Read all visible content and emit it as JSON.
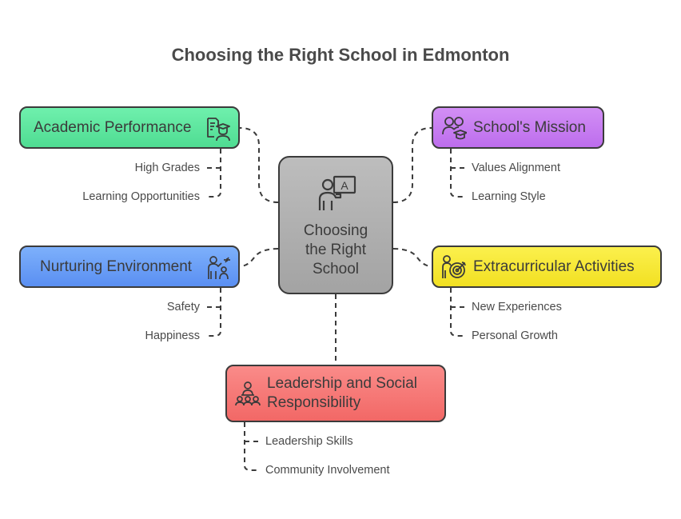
{
  "title": "Choosing the Right School in Edmonton",
  "center": {
    "lines": [
      "Choosing",
      "the Right",
      "School"
    ],
    "icon": "teacher-board-icon"
  },
  "nodes": {
    "academic": {
      "label": "Academic Performance",
      "icon": "certificate-student-icon",
      "color": "#5ee8a0",
      "items": [
        "High Grades",
        "Learning Opportunities"
      ]
    },
    "mission": {
      "label": "School's Mission",
      "icon": "people-graduation-icon",
      "color": "#c97ff0",
      "items": [
        "Values Alignment",
        "Learning Style"
      ]
    },
    "nurturing": {
      "label": "Nurturing Environment",
      "icon": "teacher-students-icon",
      "color": "#6a9ef8",
      "items": [
        "Safety",
        "Happiness"
      ]
    },
    "extracurricular": {
      "label": "Extracurricular Activities",
      "icon": "person-target-icon",
      "color": "#f7ea3a",
      "items": [
        "New Experiences",
        "Personal Growth"
      ]
    },
    "leadership": {
      "label": "Leadership and Social Responsibility",
      "icon": "leader-group-icon",
      "color": "#f77a78",
      "items": [
        "Leadership Skills",
        "Community Involvement"
      ]
    }
  }
}
